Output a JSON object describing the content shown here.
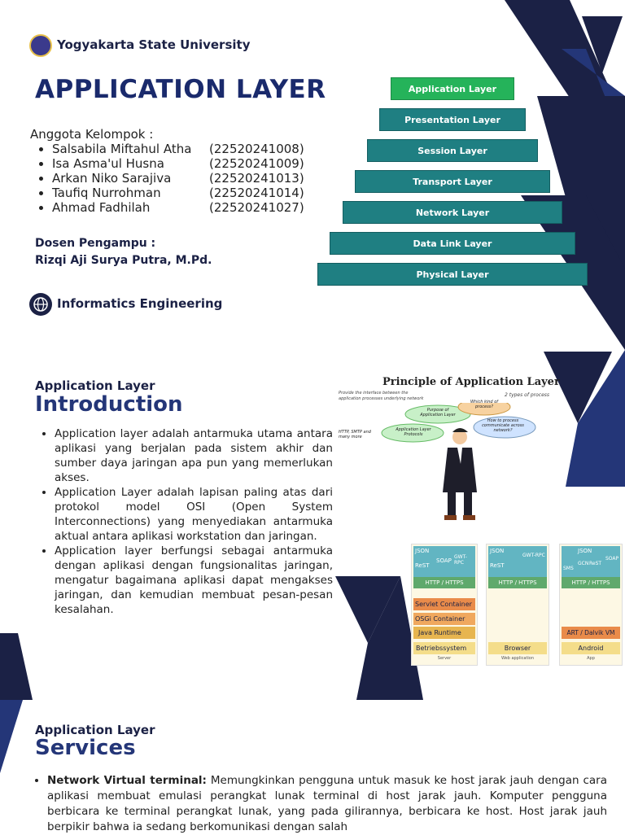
{
  "header": {
    "university": "Yogyakarta State University",
    "title": "APPLICATION LAYER",
    "members_heading": "Anggota Kelompok :",
    "members": [
      {
        "name": "Salsabila Miftahul Atha",
        "id": "(22520241008)"
      },
      {
        "name": "Isa Asma'ul Husna",
        "id": "(22520241009)"
      },
      {
        "name": "Arkan Niko Sarajiva",
        "id": "(22520241013)"
      },
      {
        "name": "Taufiq Nurrohman",
        "id": "(22520241014)"
      },
      {
        "name": "Ahmad Fadhilah",
        "id": "(22520241027)"
      }
    ],
    "lecturer_label": "Dosen Pengampu :",
    "lecturer_name": "Rizqi Aji Surya Putra, M.Pd.",
    "department": "Informatics Engineering"
  },
  "osi_layers": [
    "Application Layer",
    "Presentation Layer",
    "Session Layer",
    "Transport Layer",
    "Network Layer",
    "Data Link Layer",
    "Physical Layer"
  ],
  "introduction": {
    "kicker": "Application Layer",
    "heading": "Introduction",
    "bullets": [
      "Application layer adalah antarmuka utama antara aplikasi yang berjalan pada sistem akhir dan sumber daya jaringan apa pun yang memerlukan akses.",
      "Application Layer adalah lapisan paling atas dari protokol model OSI (Open System Interconnections) yang menyediakan antarmuka aktual antara aplikasi workstation dan jaringan.",
      "Application layer berfungsi sebagai antarmuka dengan aplikasi dengan fungsionalitas jaringan, mengatur bagaimana aplikasi dapat mengakses jaringan, dan kemudian membuat pesan-pesan kesalahan."
    ]
  },
  "principle_figure": {
    "title": "Principle of Application Layer",
    "left_note": "Provide the interface between the application processes underlying network",
    "right_note": "2 types of process",
    "bubble_purpose": "Purpose of Application Layer",
    "bubble_which": "Which kind of process?",
    "bubble_how": "How to process communicate across network?",
    "bubble_protocols": "Application Layer Protocols",
    "protocol_note": "HTTP, SMTP and many more"
  },
  "stack_figure": {
    "columns": [
      {
        "caption": "Server",
        "top": [
          "JSON",
          "ReST",
          "SOAP",
          "GWT-RPC"
        ],
        "http": "HTTP / HTTPS",
        "runtime": [
          "Servlet Container",
          "OSGi Container",
          "Java Runtime",
          "Betriebssystem"
        ]
      },
      {
        "caption": "Web application",
        "top": [
          "JSON",
          "ReST",
          "GWT-RPC"
        ],
        "http": "HTTP / HTTPS",
        "runtime": [
          "Browser"
        ]
      },
      {
        "caption": "App",
        "top": [
          "JSON",
          "SMS",
          "GCN",
          "ReST",
          "SOAP"
        ],
        "http": "HTTP / HTTPS",
        "runtime": [
          "ART / Dalvik VM",
          "Android"
        ]
      }
    ]
  },
  "services": {
    "kicker": "Application Layer",
    "heading": "Services",
    "bullets": [
      {
        "term": "Network Virtual terminal:",
        "text": " Memungkinkan pengguna untuk masuk ke host jarak jauh dengan cara aplikasi membuat emulasi perangkat lunak terminal di host jarak jauh. Komputer pengguna berbicara ke terminal perangkat lunak, yang pada gilirannya, berbicara ke host. Host jarak jauh berpikir bahwa ia sedang berkomunikasi dengan salah"
      }
    ]
  },
  "colors": {
    "navy": "#1b2145",
    "teal": "#1f7f82",
    "green": "#25b35a",
    "title_blue": "#1a2a6c"
  }
}
